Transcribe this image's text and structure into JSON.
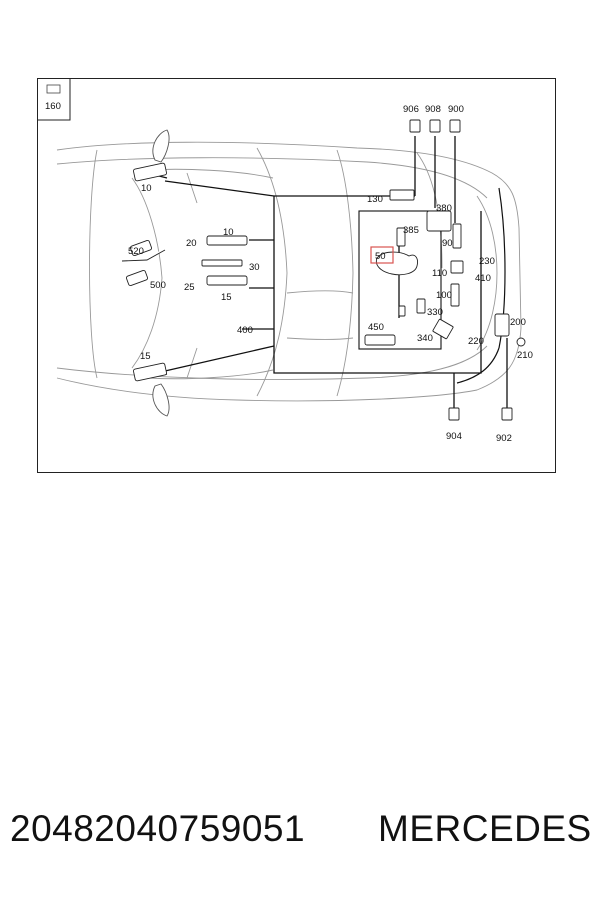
{
  "diagram": {
    "page_ref": "160",
    "callouts": {
      "c10a": "10",
      "c10b": "10",
      "c15a": "15",
      "c15b": "15",
      "c20": "20",
      "c25": "25",
      "c30": "30",
      "c50": "50",
      "c90": "90",
      "c100": "100",
      "c110": "110",
      "c130": "130",
      "c200": "200",
      "c210": "210",
      "c220": "220",
      "c230": "230",
      "c330": "330",
      "c340": "340",
      "c380": "380",
      "c385": "385",
      "c400": "400",
      "c410": "410",
      "c450": "450",
      "c500": "500",
      "c520": "520",
      "c900": "900",
      "c902": "902",
      "c904": "904",
      "c906": "906",
      "c908": "908"
    },
    "highlight_color": "#d9534f"
  },
  "footer": {
    "part_number": "20482040759051",
    "brand": "MERCEDES"
  }
}
